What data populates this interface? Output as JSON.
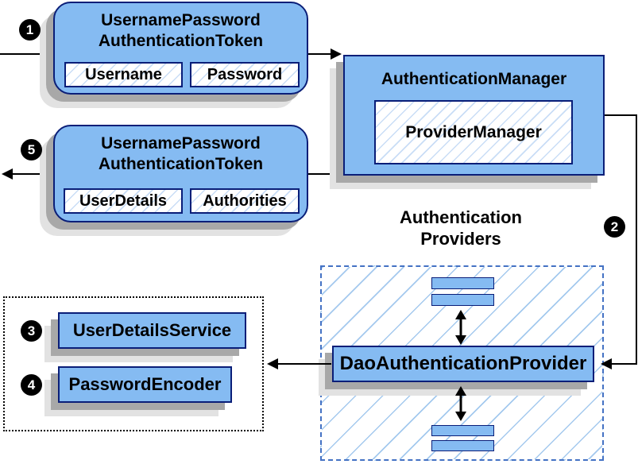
{
  "steps": [
    "1",
    "2",
    "3",
    "4",
    "5"
  ],
  "request_token": {
    "title_line1": "UsernamePassword",
    "title_line2": "AuthenticationToken",
    "fields": [
      "Username",
      "Password"
    ]
  },
  "authentication_manager": {
    "title": "AuthenticationManager",
    "inner": "ProviderManager"
  },
  "response_token": {
    "title_line1": "UsernamePassword",
    "title_line2": "AuthenticationToken",
    "fields": [
      "UserDetails",
      "Authorities"
    ]
  },
  "providers": {
    "title_line1": "Authentication",
    "title_line2": "Providers",
    "provider": "DaoAuthenticationProvider"
  },
  "services": {
    "user_details_service": "UserDetailsService",
    "password_encoder": "PasswordEncoder"
  },
  "colors": {
    "box_fill": "#85BBF2",
    "box_border": "#0A1E78",
    "hatch_small": "#C9DDF6",
    "hatch_large": "#A4C9EE",
    "providers_border": "#4472C4",
    "services_border": "#000000",
    "shadow_dark": "#A8A8A8",
    "shadow_light": "#E2E2E2",
    "arrow": "#000000",
    "step_badge_bg": "#000000",
    "step_badge_text": "#FFFFFF"
  }
}
